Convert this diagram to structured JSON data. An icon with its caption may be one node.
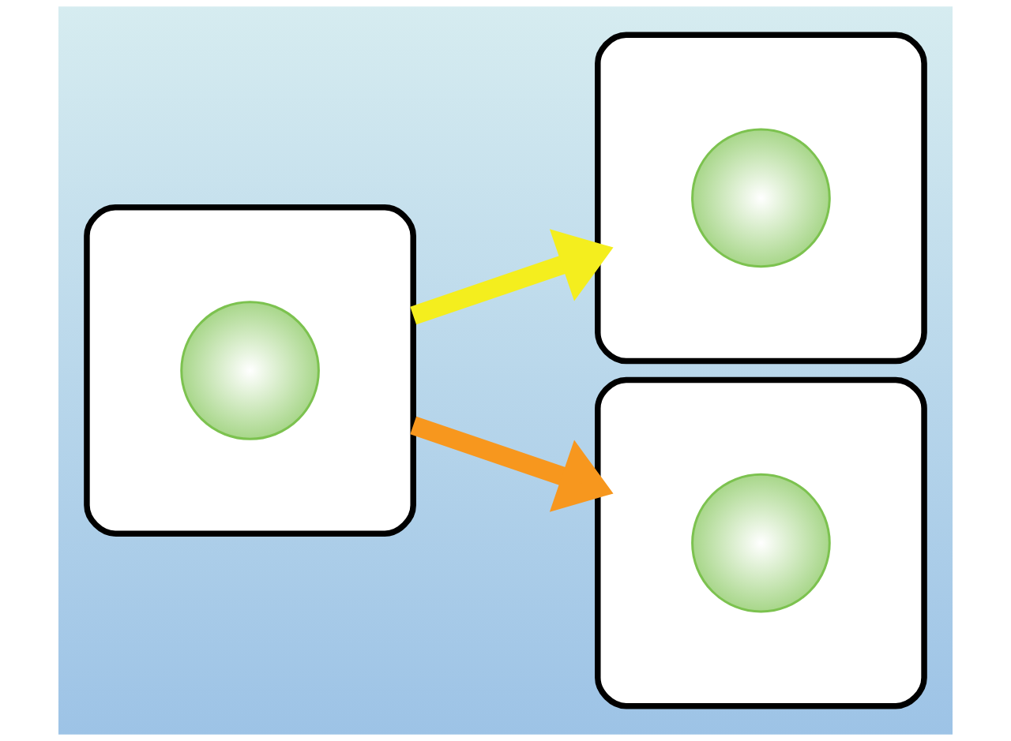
{
  "diagram": {
    "nodes": [
      {
        "text": [],
        "shape": "box"
      },
      {
        "text": [],
        "shape": "circle",
        "in": 0
      },
      {
        "text": [],
        "shape": "box"
      },
      {
        "text": [],
        "shape": "circle",
        "in": 2
      },
      {
        "text": [],
        "shape": "box"
      },
      {
        "text": [],
        "shape": "circle",
        "in": 4
      }
    ],
    "edges": [
      {
        "from": 0,
        "to": 2,
        "arrow": "to",
        "color": "#f4ee1e"
      },
      {
        "from": 0,
        "to": 4,
        "arrow": "to",
        "color": "#f7971e"
      }
    ]
  }
}
